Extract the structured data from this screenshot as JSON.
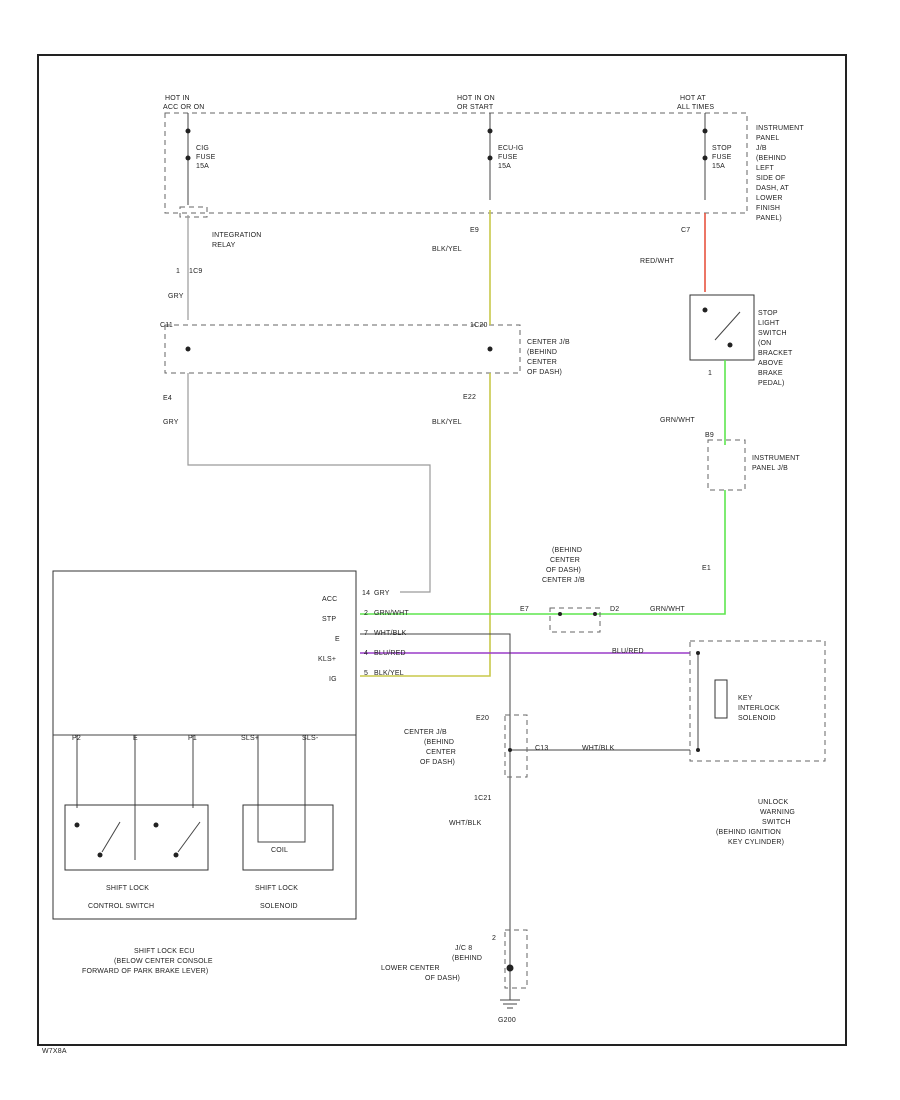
{
  "diagram": {
    "title_code": "W7X8A",
    "fuse_box": {
      "sources": [
        {
          "label_1": "HOT IN",
          "label_2": "ACC OR ON"
        },
        {
          "label_1": "HOT IN ON",
          "label_2": "OR START"
        },
        {
          "label_1": "HOT AT",
          "label_2": "ALL TIMES"
        }
      ],
      "fuses": [
        {
          "name": "CIG",
          "label_2": "FUSE",
          "rating": "15A"
        },
        {
          "name": "ECU-IG",
          "label_2": "FUSE",
          "rating": "15A"
        },
        {
          "name": "STOP",
          "label_2": "FUSE",
          "rating": "15A"
        }
      ],
      "location": [
        "INSTRUMENT",
        "PANEL",
        "J/B",
        "(BEHIND",
        "LEFT",
        "SIDE OF",
        "DASH, AT",
        "LOWER",
        "FINISH",
        "PANEL)"
      ]
    },
    "integration_relay": {
      "line_1": "INTEGRATION",
      "line_2": "RELAY"
    },
    "center_jb": [
      "CENTER J/B",
      "(BEHIND",
      "CENTER",
      "OF DASH)"
    ],
    "stop_light_switch": [
      "STOP",
      "LIGHT",
      "SWITCH",
      "(ON",
      "BRACKET",
      "ABOVE",
      "BRAKE",
      "PEDAL)"
    ],
    "instrument_panel_jb": [
      "INSTRUMENT",
      "PANEL J/B"
    ],
    "center_jb_connector": [
      "(BEHIND",
      "CENTER",
      "OF DASH)",
      "CENTER J/B"
    ],
    "key_interlock": [
      "KEY",
      "INTERLOCK",
      "SOLENOID"
    ],
    "unlock_warning": [
      "UNLOCK",
      "WARNING",
      "SWITCH",
      "(BEHIND IGNITION",
      "KEY CYLINDER)"
    ],
    "center_jb_lower": [
      "CENTER J/B",
      "(BEHIND",
      "CENTER",
      "OF DASH)"
    ],
    "jc_connector": [
      "J/C 8",
      "(BEHIND",
      "LOWER CENTER",
      "OF DASH)"
    ],
    "ground": "G200",
    "ecu": {
      "caption": [
        "SHIFT LOCK ECU",
        "(BELOW CENTER CONSOLE",
        "FORWARD OF PARK BRAKE LEVER)"
      ],
      "pins": [
        "ACC",
        "STP",
        "E",
        "KLS+",
        "IG"
      ],
      "pin_numbers": [
        "14",
        "2",
        "7",
        "4",
        "5"
      ],
      "top_terminals": [
        "P2",
        "E",
        "P1",
        "SLS+",
        "SLS-"
      ],
      "control_switch": [
        "SHIFT LOCK",
        "CONTROL SWITCH"
      ],
      "solenoid": [
        "SHIFT LOCK",
        "SOLENOID"
      ],
      "solenoid_coil": "COIL"
    },
    "connectors": {
      "c_1c9": "1C9",
      "c_1": "1",
      "c_c11": "C11",
      "c_1c20": "1C20",
      "c_1c21": "1C21",
      "c_e4": "E4",
      "c_e22": "E22",
      "c_e9": "E9",
      "c_c7": "C7",
      "c_e1": "E1",
      "c_b9": "B9",
      "c_e7": "E7",
      "c_d2": "D2",
      "c_e20": "E20",
      "c_c13": "C13",
      "c_2": "2",
      "c_1b": "1"
    },
    "wires": {
      "gry": "GRY",
      "blk_yel": "BLK/YEL",
      "red_wht": "RED/WHT",
      "grn_wht": "GRN/WHT",
      "wht_blk": "WHT/BLK",
      "blu_red": "BLU/RED"
    },
    "colors": {
      "gry": "#9a9a9a",
      "red": "#e8533f",
      "grn": "#5ee64f",
      "yel": "#c8c84a",
      "pur": "#9a3cc8"
    }
  }
}
